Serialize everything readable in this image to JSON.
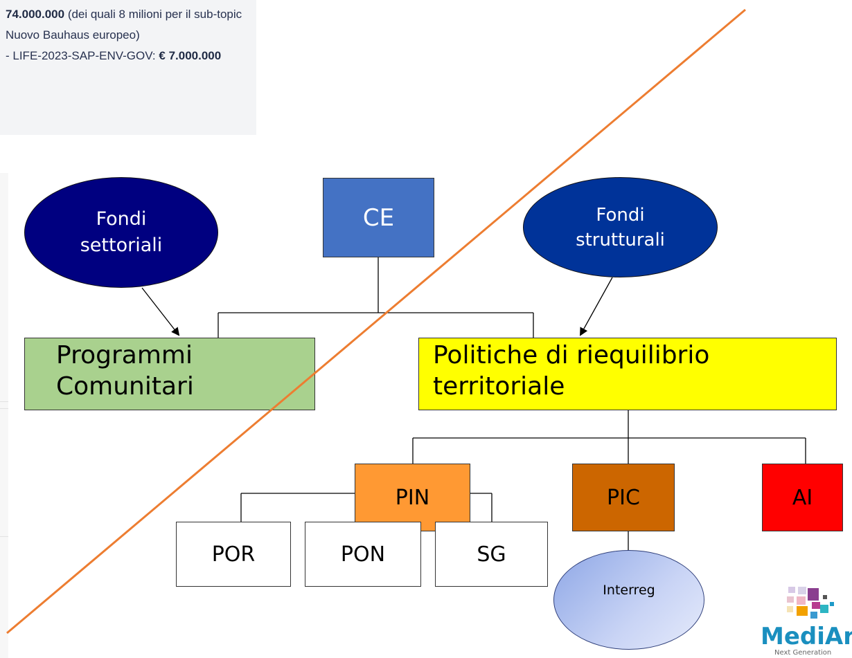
{
  "info_panel": {
    "amount_main": "74.000.000",
    "text_1": " (dei quali 8 milioni per il sub-topic Nuovo Bauhaus europeo)",
    "text_2": "- LIFE-2023-SAP-ENV-GOV: ",
    "amount_2": "€ 7.000.000"
  },
  "diagram": {
    "fondi_settoriali": "Fondi settoriali",
    "ce": "CE",
    "fondi_strutturali": "Fondi strutturali",
    "programmi_comunitari": "Programmi Comunitari",
    "politiche_riequilibrio": "Politiche di riequilibrio territoriale",
    "pin": "PIN",
    "pic": "PIC",
    "ai": "AI",
    "por": "POR",
    "pon": "PON",
    "sg": "SG",
    "interreg": "Interreg"
  },
  "colors": {
    "dark_blue": "#000080",
    "navy": "#003399",
    "ce_blue": "#4472c4",
    "green": "#a9d18e",
    "yellow": "#ffff00",
    "orange": "#ff9933",
    "brown": "#cc6600",
    "red": "#ff0000",
    "diagonal_line": "#ed7d31"
  },
  "logo": {
    "text": "MediArc",
    "subtext": "Next Generation"
  }
}
